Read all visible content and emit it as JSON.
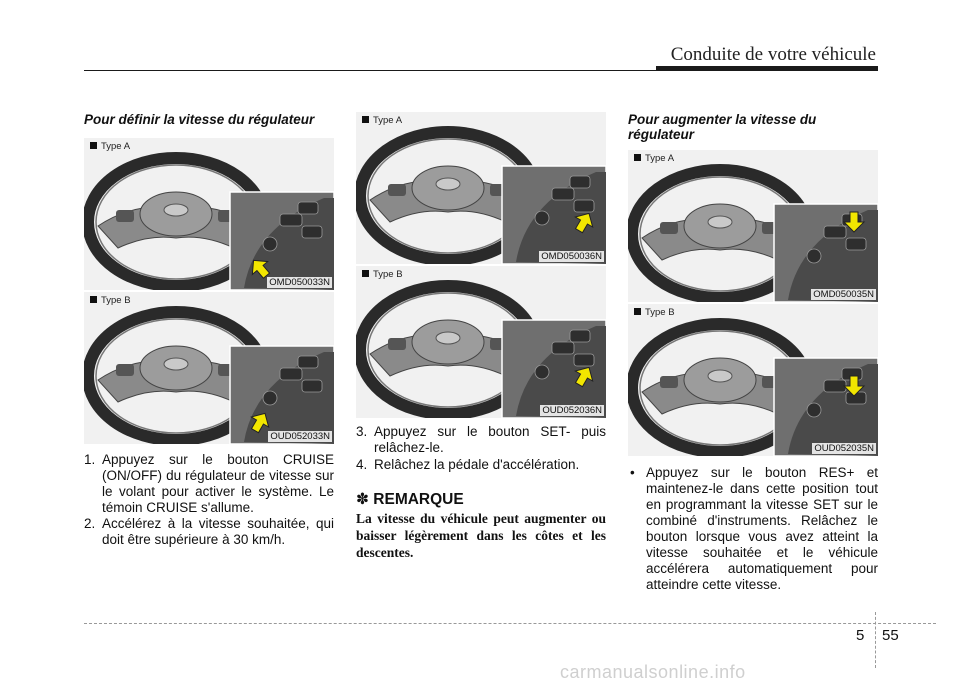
{
  "header": {
    "title": "Conduite de votre véhicule"
  },
  "col1": {
    "heading": "Pour définir la vitesse du régulateur",
    "panelA": {
      "type": "Type A",
      "code": "OMD050033N"
    },
    "panelB": {
      "type": "Type B",
      "code": "OUD052033N"
    },
    "steps": [
      {
        "num": "1.",
        "text": "Appuyez sur le bouton CRUISE (ON/OFF) du régulateur de vitesse sur le volant pour activer le système. Le témoin CRUISE s'allume."
      },
      {
        "num": "2.",
        "text": "Accélérez à la vitesse souhaitée, qui doit être supérieure à 30  km/h."
      }
    ]
  },
  "col2": {
    "panelA": {
      "type": "Type A",
      "code": "OMD050036N"
    },
    "panelB": {
      "type": "Type B",
      "code": "OUD052036N"
    },
    "steps": [
      {
        "num": "3.",
        "text": "Appuyez sur le bouton SET- puis relâchez-le."
      },
      {
        "num": "4.",
        "text": "Relâchez la pédale d'accélération."
      }
    ],
    "note_title": "✽ REMARQUE",
    "note_body": "La vitesse du véhicule peut augmenter ou baisser légèrement dans les côtes et les descentes."
  },
  "col3": {
    "heading": "Pour augmenter la vitesse du régulateur",
    "panelA": {
      "type": "Type A",
      "code": "OMD050035N"
    },
    "panelB": {
      "type": "Type B",
      "code": "OUD052035N"
    },
    "bullet": "Appuyez sur le bouton RES+ et maintenez-le dans cette position tout en programmant la vitesse SET sur le combiné d'instruments. Relâchez le bouton lorsque vous avez atteint la vitesse souhaitée et le véhicule accélérera automatiquement pour atteindre cette vitesse."
  },
  "footer": {
    "chapter": "5",
    "page": "55",
    "watermark": "carmanualsonline.info"
  },
  "colors": {
    "arrow": "#f2e600",
    "panel": "#f1f1f1"
  }
}
